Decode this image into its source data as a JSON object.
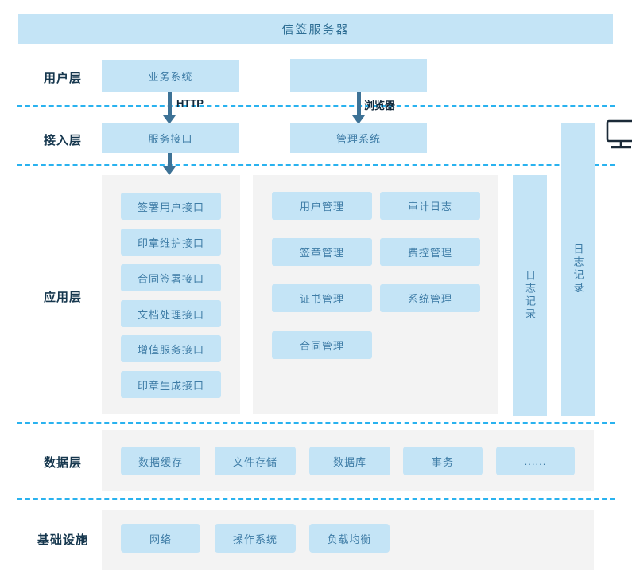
{
  "title": "信签服务器",
  "layer_labels": {
    "user": "用户层",
    "access": "接入层",
    "application": "应用层",
    "data": "数据层",
    "infrastructure": "基础设施"
  },
  "user_layer": {
    "business_system": "业务系统",
    "client_icons": [
      "desktop-computer-icon",
      "mobile-phone-icon"
    ]
  },
  "connections": {
    "http_label": "HTTP",
    "browser_label": "浏览器"
  },
  "access_layer": {
    "service_interface": "服务接口",
    "management_system": "管理系统"
  },
  "application_layer": {
    "interface_boxes": [
      "签署用户接口",
      "印章维护接口",
      "合同签署接口",
      "文档处理接口",
      "增值服务接口",
      "印章生成接口"
    ],
    "management_boxes": [
      "用户管理",
      "审计日志",
      "签章管理",
      "费控管理",
      "证书管理",
      "系统管理",
      "合同管理"
    ],
    "log_bars": [
      "日志记录",
      "日志记录"
    ]
  },
  "data_layer": {
    "boxes": [
      "数据缓存",
      "文件存储",
      "数据库",
      "事务",
      "......"
    ]
  },
  "infrastructure_layer": {
    "boxes": [
      "网络",
      "操作系统",
      "负载均衡"
    ]
  },
  "colors": {
    "box_fill": "#c4e4f6",
    "panel_fill": "#f3f3f3",
    "box_text": "#3e7ca6",
    "layer_label_text": "#16374e",
    "arrow": "#3d7296",
    "dashed_line": "#29b2ef",
    "device_icon": "#1b2a38"
  }
}
